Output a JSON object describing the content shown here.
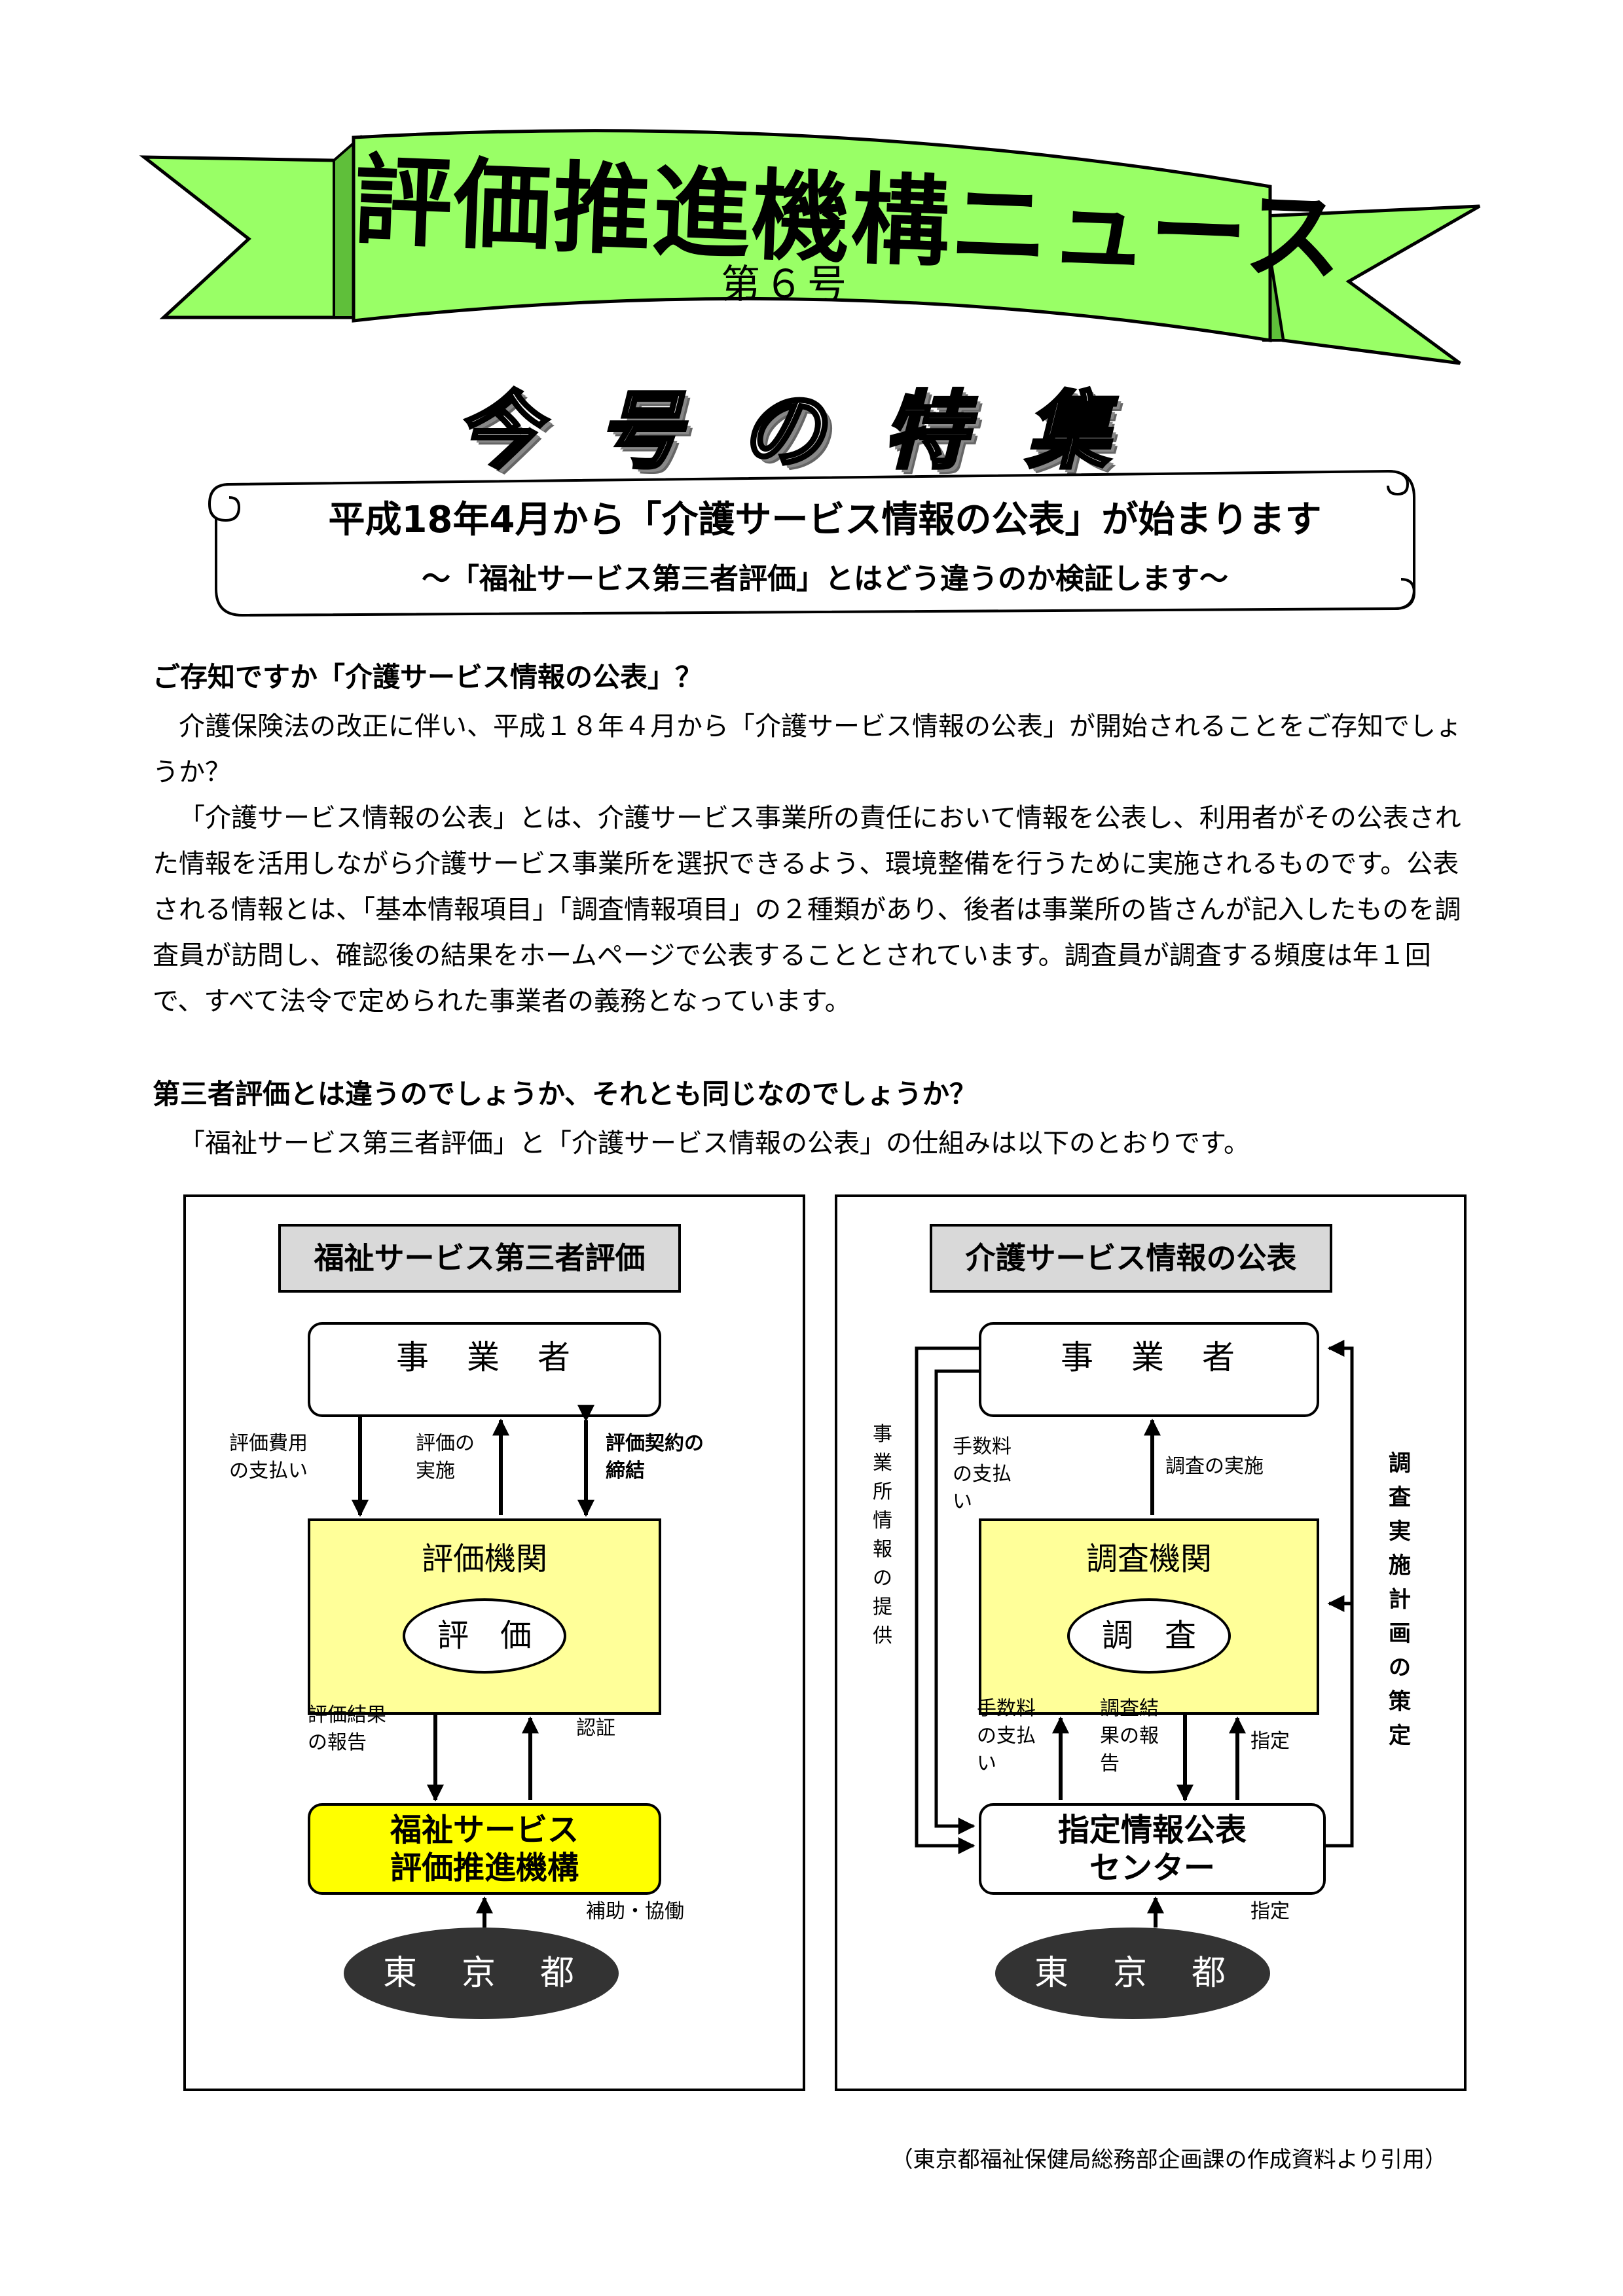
{
  "banner": {
    "title": "評価推進機構ニュース",
    "issue": "第６号"
  },
  "feature_heading": "今号の特集",
  "scroll": {
    "main": "平成18年4月から「介護サービス情報の公表」が始まります",
    "sub": "～「福祉サービス第三者評価」とはどう違うのか検証します～"
  },
  "section1": {
    "heading": "ご存知ですか「介護サービス情報の公表」？",
    "paragraphs": [
      "介護保険法の改正に伴い、平成１８年４月から「介護サービス情報の公表」が開始されることをご存知でしょうか？",
      "「介護サービス情報の公表」とは、介護サービス事業所の責任において情報を公表し、利用者がその公表された情報を活用しながら介護サービス事業所を選択できるよう、環境整備を行うために実施されるものです。公表される情報とは、「基本情報項目」「調査情報項目」の２種類があり、後者は事業所の皆さんが記入したものを調査員が訪問し、確認後の結果をホームページで公表することとされています。調査員が調査する頻度は年１回で、すべて法令で定められた事業者の義務となっています。"
    ]
  },
  "section2": {
    "heading": "第三者評価とは違うのでしょうか、それとも同じなのでしょうか？",
    "paragraph": "「福祉サービス第三者評価」と「介護サービス情報の公表」の仕組みは以下のとおりです。"
  },
  "diagram_left": {
    "title": "福祉サービス第三者評価",
    "provider": "事　業　者",
    "org": "評価機関",
    "activity": "評　価",
    "center_line1": "福祉サービス",
    "center_line2": "評価推進機構",
    "government": "東　京　都",
    "label_fee": "評価費用\nの支払い",
    "label_conduct": "評価の\n実施",
    "label_contract": "評価契約の\n締結",
    "label_report": "評価結果\nの報告",
    "label_cert": "認証",
    "label_support": "補助・協働"
  },
  "diagram_right": {
    "title": "介護サービス情報の公表",
    "provider": "事　業　者",
    "org": "調査機関",
    "activity": "調　査",
    "center_line1": "指定情報公表",
    "center_line2": "センター",
    "government": "東　京　都",
    "label_info": "事業所情報の提供",
    "label_fee_top": "手数料\nの支払\nい",
    "label_survey": "調査の実施",
    "label_fee_bottom": "手数料\nの支払\nい",
    "label_result": "調査結\n果の報\n告",
    "label_designate": "指定",
    "label_designate_gov": "指定",
    "label_plan": "調査実施計画の策定"
  },
  "citation": "（東京都福祉保健局総務部企画課の作成資料より引用）",
  "colors": {
    "banner_green": "#99ff66",
    "org_fill": "#ffff99",
    "center_fill": "#ffff00",
    "gov_fill": "#333333",
    "title_fill": "#d9d9d9"
  }
}
